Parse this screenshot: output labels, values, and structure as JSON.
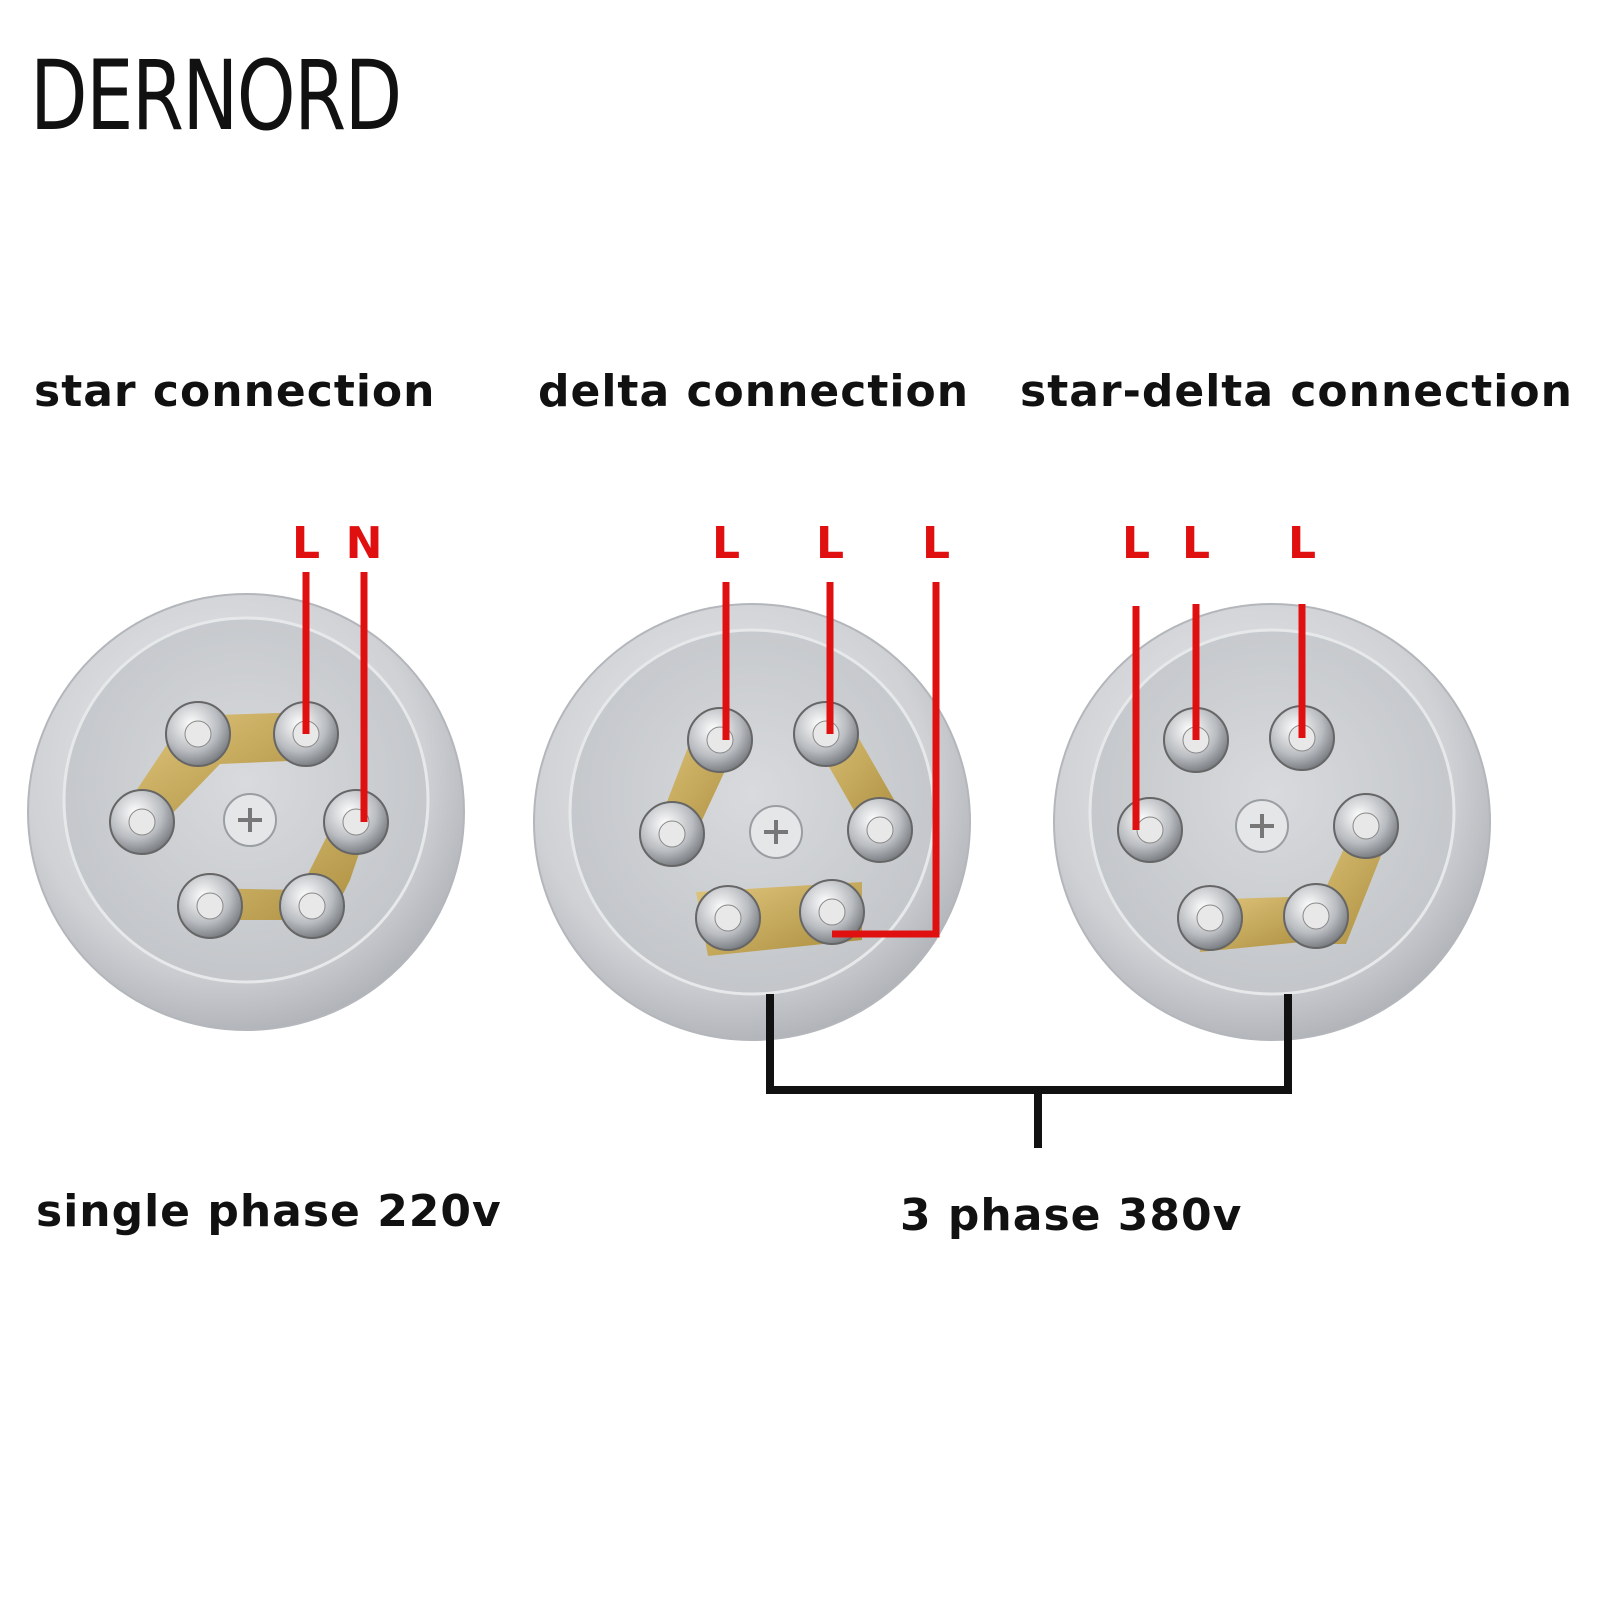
{
  "brand": "DERNORD",
  "headings": {
    "star": "star connection",
    "delta": "delta connection",
    "star_delta": "star-delta connection"
  },
  "wire_labels": {
    "star": [
      "L",
      "N"
    ],
    "delta": [
      "L",
      "L",
      "L"
    ],
    "star_delta": [
      "L",
      "L",
      "L"
    ]
  },
  "footers": {
    "single_phase": "single phase 220v",
    "three_phase": "3 phase 380v"
  },
  "colors": {
    "wire": "#e01010",
    "bracket": "#111111",
    "bridge": "#c8a54a",
    "flange": "#c9cbcf"
  }
}
